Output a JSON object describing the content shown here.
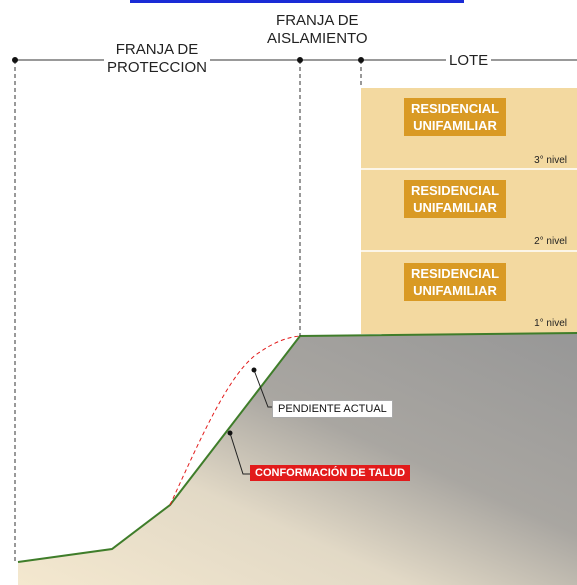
{
  "header": {
    "franja_aislamiento_l1": "FRANJA DE",
    "franja_aislamiento_l2": "AISLAMIENTO",
    "franja_proteccion_l1": "FRANJA DE",
    "franja_proteccion_l2": "PROTECCION",
    "lote": "LOTE"
  },
  "building": {
    "levels": [
      {
        "line1": "RESIDENCIAL",
        "line2": "UNIFAMILIAR",
        "nivel": "3° nivel"
      },
      {
        "line1": "RESIDENCIAL",
        "line2": "UNIFAMILIAR",
        "nivel": "2° nivel"
      },
      {
        "line1": "RESIDENCIAL",
        "line2": "UNIFAMILIAR",
        "nivel": "1° nivel"
      }
    ]
  },
  "callouts": {
    "pendiente_actual": "PENDIENTE ACTUAL",
    "conformacion_talud": "CONFORMACIÓN DE TALUD"
  },
  "colors": {
    "building_fill": "#f3d9a0",
    "badge": "#d99a24",
    "terrain_dark": "#999999",
    "terrain_light": "#f4e8cf",
    "slope_line": "#3f7d2a",
    "current_slope": "#e21b1b",
    "highlight_tag": "#e21b1b",
    "top_link": "#1a2bd6"
  }
}
